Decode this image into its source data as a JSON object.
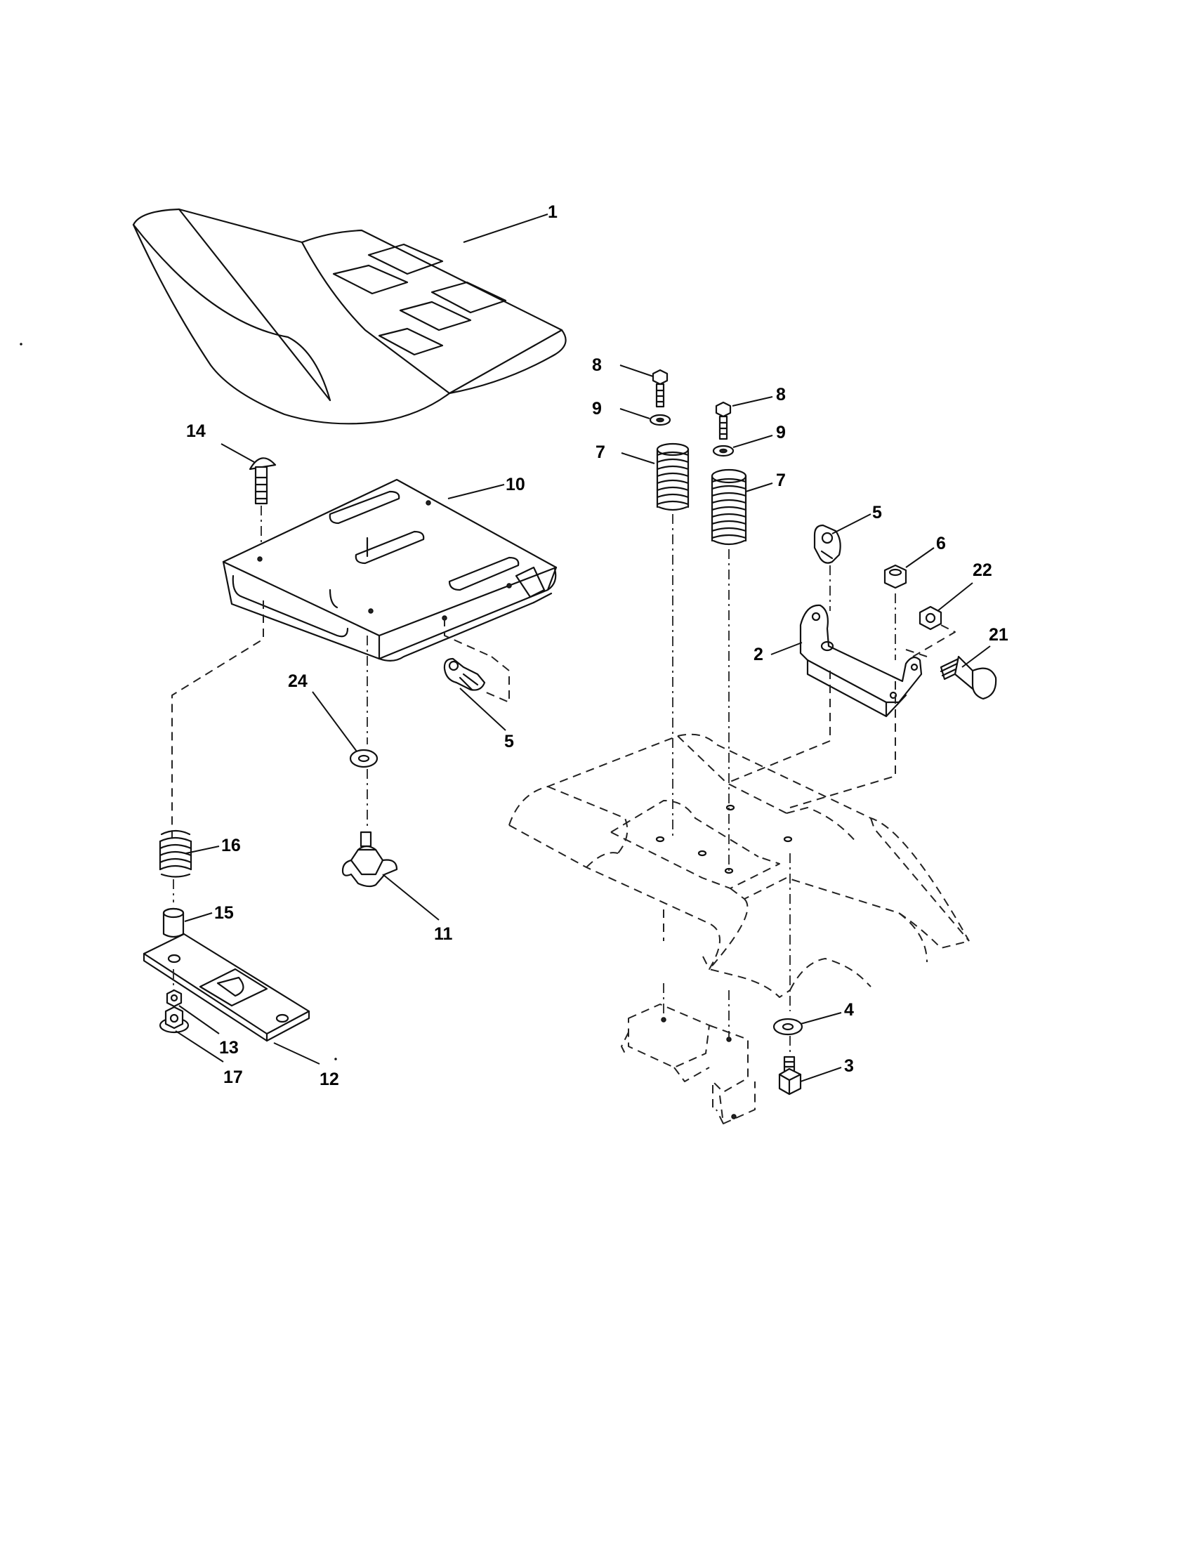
{
  "callouts": {
    "c1": "1",
    "c2": "2",
    "c3": "3",
    "c4": "4",
    "c5a": "5",
    "c5b": "5",
    "c6": "6",
    "c7a": "7",
    "c7b": "7",
    "c8a": "8",
    "c8b": "8",
    "c9a": "9",
    "c9b": "9",
    "c10": "10",
    "c11": "11",
    "c12": "12",
    "c13": "13",
    "c14": "14",
    "c15": "15",
    "c16": "16",
    "c17": "17",
    "c21": "21",
    "c22": "22",
    "c24": "24"
  }
}
